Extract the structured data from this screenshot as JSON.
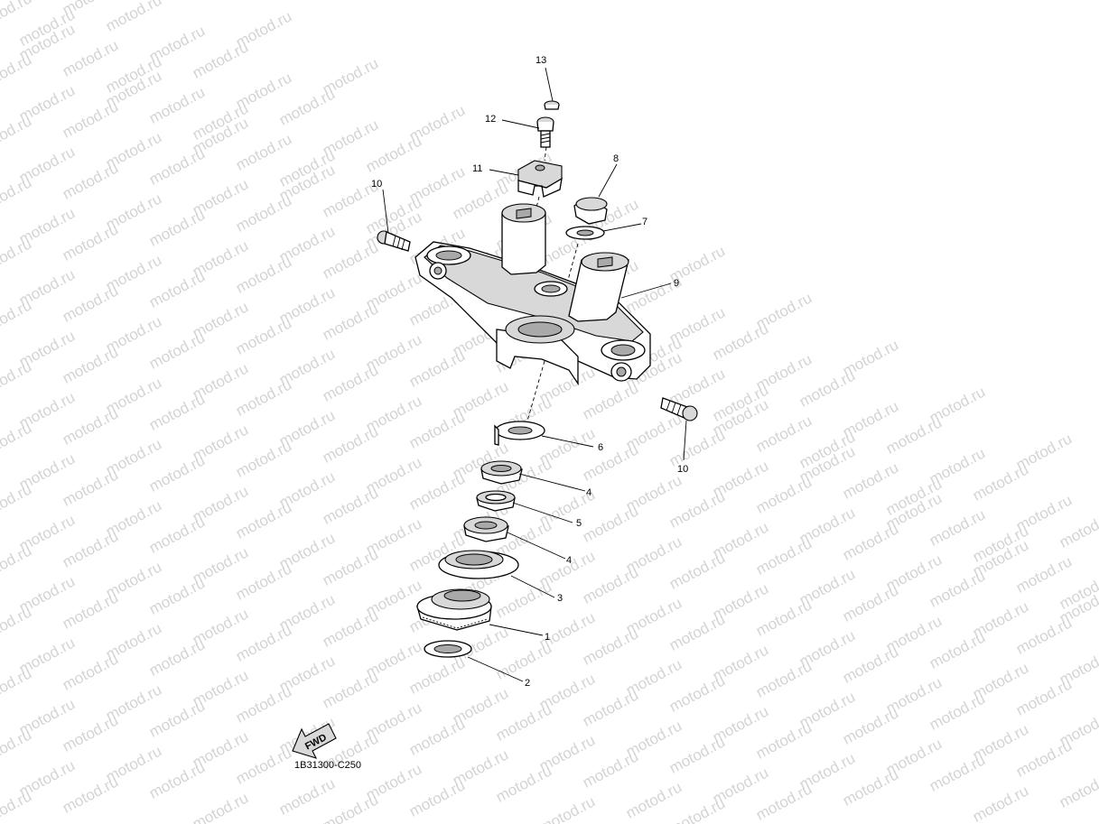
{
  "watermark": {
    "text": "motod.ru"
  },
  "diagram": {
    "callouts": [
      {
        "id": "c13",
        "label": "13"
      },
      {
        "id": "c12",
        "label": "12"
      },
      {
        "id": "c11",
        "label": "11"
      },
      {
        "id": "c10a",
        "label": "10"
      },
      {
        "id": "c8",
        "label": "8"
      },
      {
        "id": "c7",
        "label": "7"
      },
      {
        "id": "c9",
        "label": "9"
      },
      {
        "id": "c6",
        "label": "6"
      },
      {
        "id": "c10b",
        "label": "10"
      },
      {
        "id": "c4a",
        "label": "4"
      },
      {
        "id": "c5",
        "label": "5"
      },
      {
        "id": "c4b",
        "label": "4"
      },
      {
        "id": "c3",
        "label": "3"
      },
      {
        "id": "c1",
        "label": "1"
      },
      {
        "id": "c2",
        "label": "2"
      }
    ],
    "fwd_label": "FWD",
    "drawing_code": "1B31300-C250"
  },
  "colors": {
    "line": "#000000",
    "watermark": "#d4d4d4",
    "shade": "#d8d8d8"
  }
}
